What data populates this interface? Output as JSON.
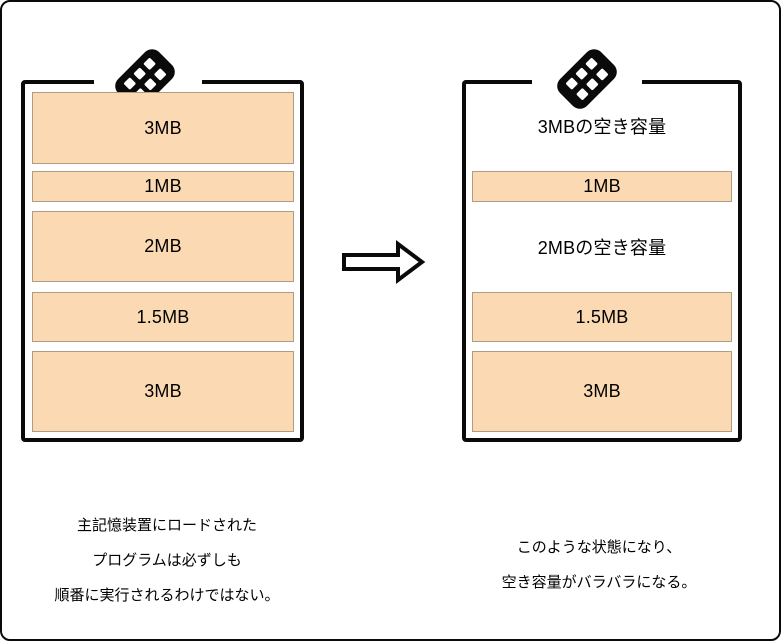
{
  "palette": {
    "block_fill": "#FBD9B2",
    "block_border": "#B09C80",
    "outline": "#0A0A0A",
    "background": "#FFFFFF"
  },
  "icons": {
    "memory_chip": "memory-chip-icon",
    "arrow": "right-block-arrow-icon"
  },
  "before": {
    "blocks": [
      {
        "label": "3MB"
      },
      {
        "label": "1MB"
      },
      {
        "label": "2MB"
      },
      {
        "label": "1.5MB"
      },
      {
        "label": "3MB"
      }
    ],
    "caption": [
      "主記憶装置にロードされた",
      "プログラムは必ずしも",
      "順番に実行されるわけではない。"
    ]
  },
  "after": {
    "rows": [
      {
        "type": "free",
        "label": "3MBの空き容量"
      },
      {
        "type": "block",
        "label": "1MB"
      },
      {
        "type": "free",
        "label": "2MBの空き容量"
      },
      {
        "type": "block",
        "label": "1.5MB"
      },
      {
        "type": "block",
        "label": "3MB"
      }
    ],
    "caption": [
      "このような状態になり、",
      "空き容量がバラバラになる。"
    ]
  }
}
